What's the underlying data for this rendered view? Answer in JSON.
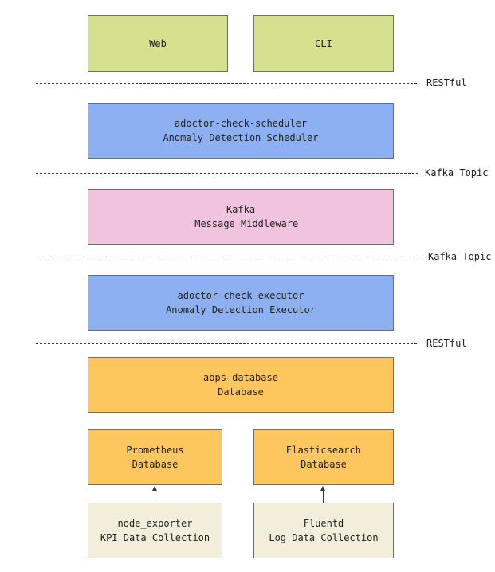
{
  "layers": {
    "web": {
      "line1": "Web"
    },
    "cli": {
      "line1": "CLI"
    },
    "scheduler": {
      "line1": "adoctor-check-scheduler",
      "line2": "Anomaly Detection Scheduler"
    },
    "kafka": {
      "line1": "Kafka",
      "line2": "  Message Middleware"
    },
    "executor": {
      "line1": "adoctor-check-executor",
      "line2": "Anomaly Detection Executor"
    },
    "aops_db": {
      "line1": "aops-database",
      "line2": "Database"
    },
    "prometheus": {
      "line1": "Prometheus",
      "line2": "Database"
    },
    "elasticsearch": {
      "line1": "Elasticsearch",
      "line2": "Database"
    },
    "node_exporter": {
      "line1": "node_exporter",
      "line2": "KPI Data Collection"
    },
    "fluentd": {
      "line1": "Fluentd",
      "line2": "Log Data Collection"
    }
  },
  "separators": {
    "s1": "RESTful",
    "s2": "Kafka Topic",
    "s3": "Kafka Topic",
    "s4": "RESTful"
  },
  "colors": {
    "client": "#d5e18f",
    "service": "#8db0f2",
    "middleware": "#f1c3df",
    "database": "#fdc65f",
    "collector": "#f3eedb"
  }
}
